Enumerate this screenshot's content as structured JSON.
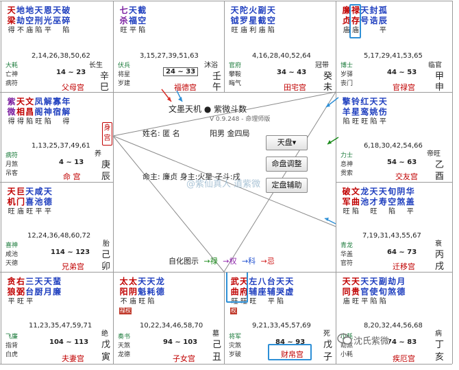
{
  "chart": {
    "title": "文墨天机 ● 紫微斗数",
    "version": "V 0.9.248 - 命理师版",
    "name_line": "姓名: 匿 名",
    "gender_line": "阳男 金四局",
    "master_line": "命主: 廉贞 身主:火星 子斗:戌",
    "self_hua_label": "自化图示",
    "self_hua": [
      {
        "arrow": "→",
        "label": "禄",
        "color": "#1a8a1a"
      },
      {
        "arrow": "→",
        "label": "权",
        "color": "#8b1fa8"
      },
      {
        "arrow": "→",
        "label": "科",
        "color": "#1f4fd0"
      },
      {
        "arrow": "→",
        "label": "忌",
        "color": "#d01f1f"
      }
    ],
    "ming_shen_label": "身宫",
    "watermark": "@紫仙真人 道紫微",
    "wechat_watermark": "沈氏紫微"
  },
  "buttons": {
    "tianpan": "天盘▾",
    "mingpan": "命盘调整",
    "dingpan": "定盘辅助"
  },
  "palaces": {
    "si": {
      "r1": [
        "天",
        "地",
        "地",
        "天",
        "恩",
        "天",
        "破"
      ],
      "r2": [
        "梁",
        "劫",
        "空",
        "刑",
        "光",
        "巫",
        "碎"
      ],
      "r3": [
        "得",
        "不",
        "庙",
        "陷",
        "平",
        "",
        "陷"
      ],
      "nums": "2,14,26,38,50,62",
      "age": "14 ~ 23",
      "gods": [
        "大耗",
        "亡神",
        "病符"
      ],
      "stage": "长生",
      "stem": "辛",
      "branch": "巳",
      "name": "父母宫"
    },
    "wu": {
      "r1": [
        "七",
        "天",
        "截"
      ],
      "r2": [
        "杀",
        "福",
        "空"
      ],
      "r3": [
        "旺",
        "平",
        "陷"
      ],
      "nums": "3,15,27,39,51,63",
      "age": "24 ~ 33",
      "gods": [
        "伏兵",
        "将星",
        "岁建"
      ],
      "stage": "沐浴",
      "stem": "壬",
      "branch": "午",
      "name": "福德宫"
    },
    "wei": {
      "r1": [
        "天",
        "陀",
        "火",
        "副",
        "天"
      ],
      "r2": [
        "钺",
        "罗",
        "星",
        "截",
        "空"
      ],
      "r3": [
        "旺",
        "庙",
        "利",
        "庙",
        "陷"
      ],
      "nums": "4,16,28,40,52,64",
      "age": "34 ~ 43",
      "gods": [
        "官府",
        "攀鞍",
        "晦气"
      ],
      "stage": "冠带",
      "stem": "癸",
      "branch": "未",
      "name": "田宅宫"
    },
    "shen": {
      "r1": [
        "廉",
        "禄",
        "天",
        "封",
        "孤"
      ],
      "r2": [
        "贞",
        "存",
        "号",
        "诰",
        "辰"
      ],
      "r3": [
        "庙",
        "庙",
        "",
        "",
        "平"
      ],
      "nums": "5,17,29,41,53,65",
      "age": "44 ~ 53",
      "gods": [
        "博士",
        "岁驿",
        "丧门"
      ],
      "stage": "临官",
      "stem": "甲",
      "branch": "申",
      "name": "官禄宫"
    },
    "chen": {
      "r1": [
        "紫",
        "天",
        "文",
        "凤",
        "解",
        "寡",
        "年"
      ],
      "r2": [
        "微",
        "相",
        "昌",
        "阁",
        "神",
        "宿",
        "解"
      ],
      "r3": [
        "得",
        "得",
        "陷",
        "旺",
        "陷",
        "",
        "得"
      ],
      "nums": "1,13,25,37,49,61",
      "age": "4 ~ 13",
      "gods": [
        "病符",
        "月煞",
        "吊客"
      ],
      "stage": "养",
      "stem": "庚",
      "branch": "辰",
      "name": "命 宫"
    },
    "you": {
      "r1": [
        "擎",
        "铃",
        "红",
        "天",
        "天"
      ],
      "r2": [
        "羊",
        "星",
        "鸾",
        "姚",
        "伤"
      ],
      "r3": [
        "陷",
        "旺",
        "旺",
        "陷",
        "平"
      ],
      "nums": "6,18,30,42,54,66",
      "age": "54 ~ 63",
      "gods": [
        "力士",
        "息神",
        "贯索"
      ],
      "stage": "帝旺",
      "stem": "乙",
      "branch": "酉",
      "name": "交友宫"
    },
    "mao": {
      "r1": [
        "天",
        "巨",
        "天",
        "咸",
        "天"
      ],
      "r2": [
        "机",
        "门",
        "喜",
        "池",
        "德"
      ],
      "r3": [
        "旺",
        "庙",
        "旺",
        "平",
        "平"
      ],
      "nums": "12,24,36,48,60,72",
      "age": "114 ~ 123",
      "gods": [
        "喜神",
        "咸池",
        "天德"
      ],
      "stage": "胎",
      "stem": "己",
      "branch": "卯",
      "name": "兄弟宫"
    },
    "xu": {
      "r1": [
        "破",
        "文",
        "龙",
        "天",
        "天",
        "旬",
        "阴",
        "华"
      ],
      "r2": [
        "军",
        "曲",
        "池",
        "才",
        "寿",
        "空",
        "煞",
        "盖"
      ],
      "r3": [
        "旺",
        "陷",
        "",
        "旺",
        "",
        "陷",
        "",
        "平"
      ],
      "nums": "7,19,31,43,55,67",
      "age": "64 ~ 73",
      "gods": [
        "青龙",
        "华盖",
        "官符"
      ],
      "stage": "衰",
      "stem": "丙",
      "branch": "戌",
      "name": "迁移宫"
    },
    "yin": {
      "r1": [
        "贪",
        "右",
        "三",
        "天",
        "天",
        "蜚"
      ],
      "r2": [
        "狼",
        "弼",
        "台",
        "厨",
        "月",
        "廉"
      ],
      "r3": [
        "平",
        "旺",
        "平",
        "",
        "",
        ""
      ],
      "nums": "11,23,35,47,59,71",
      "age": "104 ~ 113",
      "gods": [
        "飞廉",
        "指背",
        "白虎"
      ],
      "stage": "绝",
      "stem": "戊",
      "branch": "寅",
      "name": "夫妻宫"
    },
    "chou": {
      "r1": [
        "太",
        "太",
        "天",
        "天",
        "龙"
      ],
      "r2": [
        "阳",
        "阴",
        "魁",
        "耗",
        "德"
      ],
      "r3": [
        "不",
        "庙",
        "旺",
        "陷",
        ""
      ],
      "nums": "10,22,34,46,58,70",
      "age": "94 ~ 103",
      "gods": [
        "奏书",
        "天煞",
        "龙德"
      ],
      "stage": "墓",
      "stem": "己",
      "branch": "丑",
      "name": "子女宫",
      "badge": "禄权"
    },
    "zi": {
      "r1": [
        "武",
        "天",
        "左",
        "八",
        "台",
        "天",
        "天"
      ],
      "r2": [
        "曲",
        "府",
        "辅",
        "座",
        "辅",
        "哭",
        "虚"
      ],
      "r3": [
        "旺",
        "旺",
        "旺",
        "",
        "平",
        "陷",
        ""
      ],
      "nums": "9,21,33,45,57,69",
      "age": "84 ~ 93",
      "gods": [
        "将军",
        "灾煞",
        "岁破"
      ],
      "stage": "死",
      "stem": "戊",
      "branch": "子",
      "name": "财帛宫",
      "badge": "权"
    },
    "hai": {
      "r1": [
        "天",
        "天",
        "天",
        "天",
        "副",
        "劫",
        "月"
      ],
      "r2": [
        "同",
        "贵",
        "官",
        "使",
        "旬",
        "煞",
        "德"
      ],
      "r3": [
        "庙",
        "旺",
        "平",
        "陷",
        "陷",
        "",
        ""
      ],
      "nums": "8,20,32,44,56,68",
      "age": "74 ~ 83",
      "gods": [
        "小耗",
        "劫煞",
        "小耗"
      ],
      "stage": "病",
      "stem": "丁",
      "branch": "亥",
      "name": "疾厄宫"
    }
  }
}
